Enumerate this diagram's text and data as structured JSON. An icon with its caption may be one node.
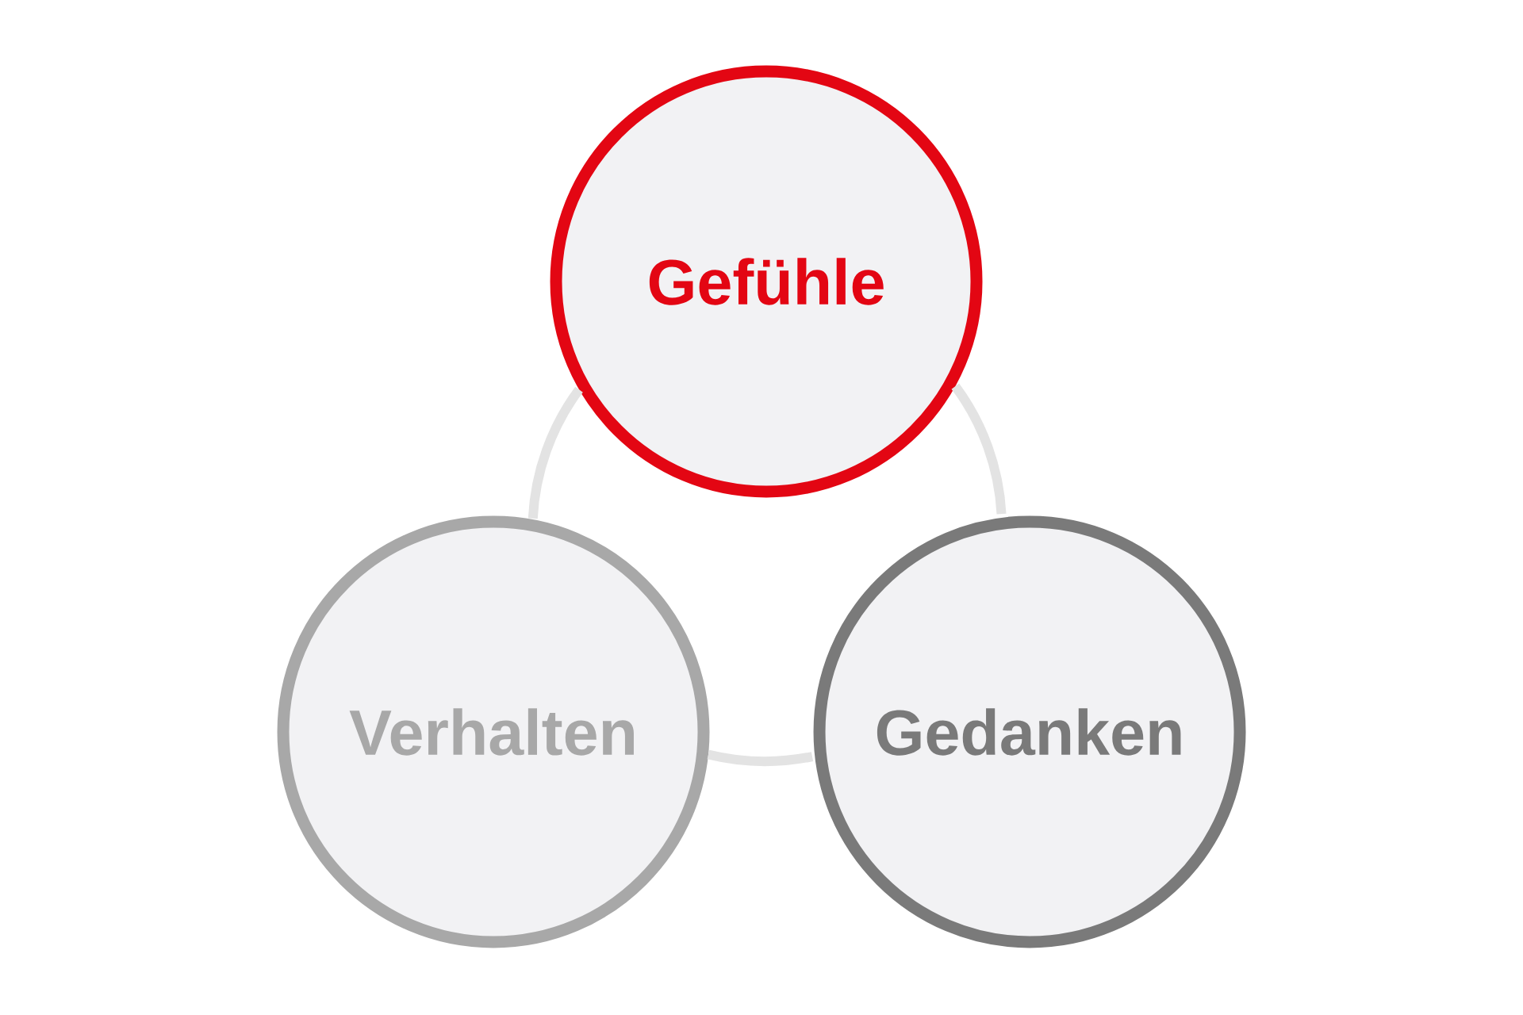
{
  "diagram": {
    "nodes": [
      {
        "text": [
          "Gefühle"
        ]
      },
      {
        "text": [
          "Verhalten"
        ]
      },
      {
        "text": [
          "Gedanken"
        ]
      }
    ],
    "edges": [
      {
        "from": 0,
        "to": 1,
        "arrow": "none"
      },
      {
        "from": 0,
        "to": 2,
        "arrow": "none"
      },
      {
        "from": 1,
        "to": 2,
        "arrow": "none"
      }
    ]
  }
}
